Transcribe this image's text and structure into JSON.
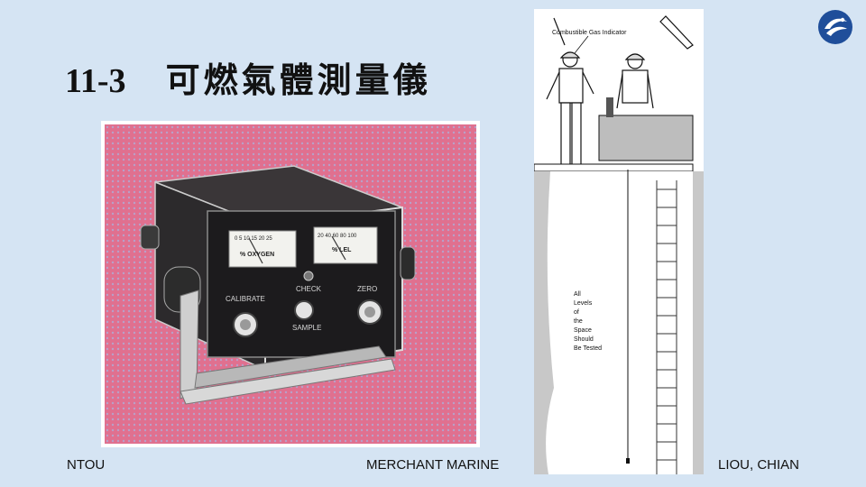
{
  "slide": {
    "section_number": "11-3",
    "title": "可燃氣體測量儀"
  },
  "photo": {
    "meter_left_label": "% OXYGEN",
    "meter_left_scale": [
      "0",
      "5",
      "10",
      "15",
      "20",
      "25"
    ],
    "meter_right_label": "% LEL",
    "meter_right_scale": [
      "20",
      "40",
      "60",
      "80",
      "100"
    ],
    "check_label": "CHECK",
    "calibrate_label": "CALIBRATE",
    "zero_label": "ZERO",
    "sample_label": "SAMPLE"
  },
  "illustration": {
    "caption": "Combustible Gas Indicator",
    "note_lines": [
      "All",
      "Levels",
      "of",
      "the",
      "Space",
      "Should",
      "Be Tested"
    ]
  },
  "footer": {
    "left": "NTOU",
    "center": "MERCHANT MARINE",
    "right": "LIOU, CHIAN"
  },
  "colors": {
    "background": "#d5e4f3",
    "photo_backdrop": "#e0708f",
    "logo_blue": "#1f4e9a"
  }
}
